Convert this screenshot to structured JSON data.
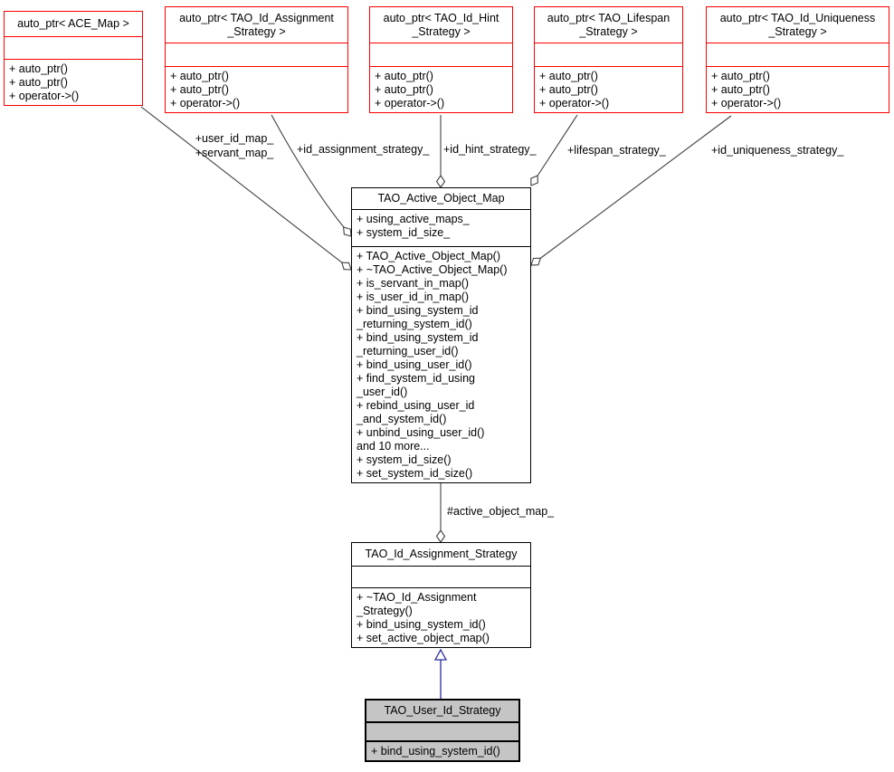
{
  "diagram": {
    "colors": {
      "template_border": "#ff0000",
      "node_border": "#000000",
      "edge": "#404040",
      "inheritance_edge": "#2b2ba0",
      "highlight_fill": "#c5c5c5"
    },
    "nodes": {
      "ace_map_ptr": {
        "title_lines": [
          "auto_ptr< ACE_Map >"
        ],
        "methods": [
          "+ auto_ptr()",
          "+ auto_ptr()",
          "+ operator->()"
        ]
      },
      "id_assignment_ptr": {
        "title_lines": [
          "auto_ptr< TAO_Id_Assignment",
          "_Strategy >"
        ],
        "methods": [
          "+ auto_ptr()",
          "+ auto_ptr()",
          "+ operator->()"
        ]
      },
      "id_hint_ptr": {
        "title_lines": [
          "auto_ptr< TAO_Id_Hint",
          "_Strategy >"
        ],
        "methods": [
          "+ auto_ptr()",
          "+ auto_ptr()",
          "+ operator->()"
        ]
      },
      "lifespan_ptr": {
        "title_lines": [
          "auto_ptr< TAO_Lifespan",
          "_Strategy >"
        ],
        "methods": [
          "+ auto_ptr()",
          "+ auto_ptr()",
          "+ operator->()"
        ]
      },
      "id_uniqueness_ptr": {
        "title_lines": [
          "auto_ptr< TAO_Id_Uniqueness",
          "_Strategy >"
        ],
        "methods": [
          "+ auto_ptr()",
          "+ auto_ptr()",
          "+ operator->()"
        ]
      },
      "active_object_map": {
        "title": "TAO_Active_Object_Map",
        "attributes": [
          "+ using_active_maps_",
          "+ system_id_size_"
        ],
        "methods": [
          "+ TAO_Active_Object_Map()",
          "+ ~TAO_Active_Object_Map()",
          "+ is_servant_in_map()",
          "+ is_user_id_in_map()",
          "+ bind_using_system_id",
          "_returning_system_id()",
          "+ bind_using_system_id",
          "_returning_user_id()",
          "+ bind_using_user_id()",
          "+ find_system_id_using",
          "_user_id()",
          "+ rebind_using_user_id",
          "_and_system_id()",
          "+ unbind_using_user_id()",
          "and 10 more...",
          "+ system_id_size()",
          "+ set_system_id_size()"
        ]
      },
      "id_assignment_strategy": {
        "title": "TAO_Id_Assignment_Strategy",
        "methods": [
          "+ ~TAO_Id_Assignment",
          "_Strategy()",
          "+ bind_using_system_id()",
          "+ set_active_object_map()"
        ]
      },
      "user_id_strategy": {
        "title": "TAO_User_Id_Strategy",
        "methods": [
          "+ bind_using_system_id()"
        ]
      }
    },
    "edge_labels": {
      "user_servant_map_line1": "+user_id_map_",
      "user_servant_map_line2": "+servant_map_",
      "id_assignment": "+id_assignment_strategy_",
      "id_hint": "+id_hint_strategy_",
      "lifespan": "+lifespan_strategy_",
      "id_uniqueness": "+id_uniqueness_strategy_",
      "active_object_map": "#active_object_map_"
    }
  }
}
